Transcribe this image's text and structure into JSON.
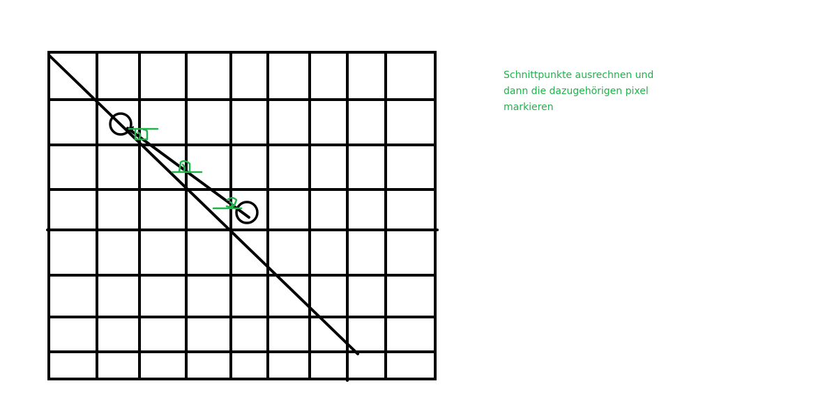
{
  "annotation": {
    "lines": [
      "Schnittpunkte ausrechnen und",
      "dann die dazugehörigen pixel",
      "markieren"
    ]
  },
  "colors": {
    "ink": "#000000",
    "annotation": "#22b14c",
    "background": "#ffffff"
  }
}
